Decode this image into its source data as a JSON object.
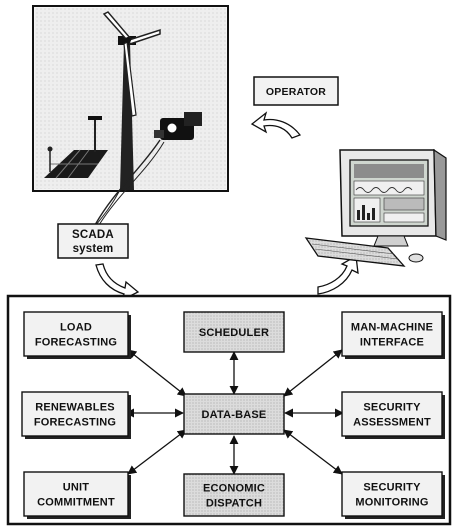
{
  "labels": {
    "operator": "OPERATOR",
    "scada_line1": "SCADA",
    "scada_line2": "system"
  },
  "modules": {
    "load_forecasting": [
      "LOAD",
      "FORECASTING"
    ],
    "scheduler": [
      "SCHEDULER"
    ],
    "man_machine_interface": [
      "MAN-MACHINE",
      "INTERFACE"
    ],
    "renewables_forecasting": [
      "RENEWABLES",
      "FORECASTING"
    ],
    "data_base": [
      "DATA-BASE"
    ],
    "security_assessment": [
      "SECURITY",
      "ASSESSMENT"
    ],
    "unit_commitment": [
      "UNIT",
      "COMMITMENT"
    ],
    "economic_dispatch": [
      "ECONOMIC",
      "DISPATCH"
    ],
    "security_monitoring": [
      "SECURITY",
      "MONITORING"
    ]
  },
  "colors": {
    "box_fill_light": "#f2f2f2",
    "box_fill_shaded": "#d9d9d9",
    "stroke": "#111111",
    "photo_bg": "#e6e6e6",
    "monitor_screen": "#cfd6cf"
  }
}
